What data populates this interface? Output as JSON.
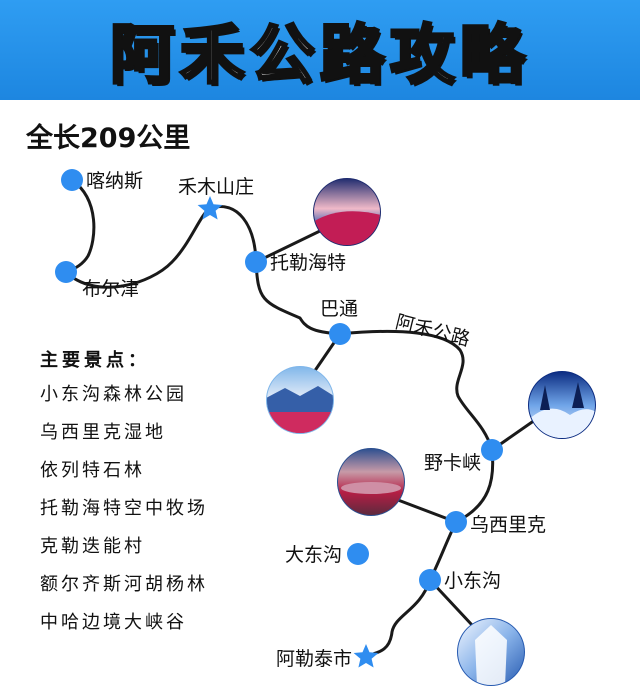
{
  "header": {
    "title": "阿禾公路攻略"
  },
  "subtitle": "全长209公里",
  "places": {
    "kanas": "喀纳斯",
    "hemu": "禾木山庄",
    "burqin": "布尔津",
    "tuolehaite": "托勒海特",
    "batong": "巴通",
    "ahe_road": "阿禾公路",
    "yekaxia": "野卡峡",
    "wuxilike": "乌西里克",
    "dadonggou": "大东沟",
    "xiaodonggou": "小东沟",
    "altay": "阿勒泰市"
  },
  "attractions": {
    "title": "主要景点：",
    "items": [
      "小东沟森林公园",
      "乌西里克湿地",
      "依列特石林",
      "托勒海特空中牧场",
      "克勒迭能村",
      "额尔齐斯河胡杨林",
      "中哈边境大峡谷"
    ]
  },
  "colors": {
    "header_blue": "#2393ea",
    "marker_blue": "#2f8df0",
    "route": "#1a1a1a"
  },
  "icons": [
    "star-marker-icon",
    "circle-marker-icon"
  ]
}
